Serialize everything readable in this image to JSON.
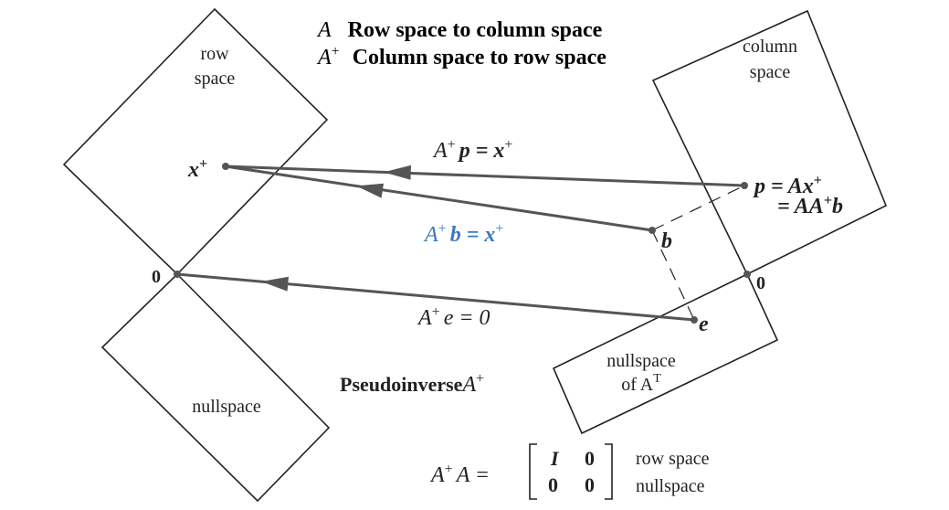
{
  "legend": {
    "a_symbol": "A",
    "a_text": "Row space to column space",
    "aplus_symbol": "A",
    "aplus_sup": "+",
    "aplus_text": "Column space to row space"
  },
  "regions": {
    "row_space_line1": "row",
    "row_space_line2": "space",
    "column_space_line1": "column",
    "column_space_line2": "space",
    "nullspace": "nullspace",
    "left_nullspace_line1": "nullspace",
    "left_nullspace_line2": "of A",
    "left_nullspace_sup": "T"
  },
  "points": {
    "xplus": "x",
    "xplus_sup": "+",
    "zero_left": "0",
    "zero_right": "0",
    "b": "b",
    "e": "e",
    "p_line1": "p = Ax",
    "p_line1_sup": "+",
    "p_line2_pre": "= AA",
    "p_line2_sup": "+",
    "p_line2_post": "b"
  },
  "arrows": {
    "p_label_a": "A",
    "p_label_sup": "+",
    "p_label_rest": "p = x",
    "p_label_sup2": "+",
    "b_label_a": "A",
    "b_label_sup": "+",
    "b_label_rest": "b = x",
    "b_label_sup2": "+",
    "e_label_a": "A",
    "e_label_sup": "+",
    "e_label_rest": "e = 0"
  },
  "title": {
    "text": "Pseudoinverse",
    "symbol": "A",
    "sup": "+"
  },
  "matrix": {
    "lhs_a": "A",
    "lhs_sup": "+",
    "lhs_rest": "A =",
    "m11": "I",
    "m12": "0",
    "m21": "0",
    "m22": "0",
    "row1_label": "row space",
    "row2_label": "nullspace"
  },
  "colors": {
    "line": "#222222",
    "arrow": "#555555",
    "highlight": "#3a78c3"
  }
}
